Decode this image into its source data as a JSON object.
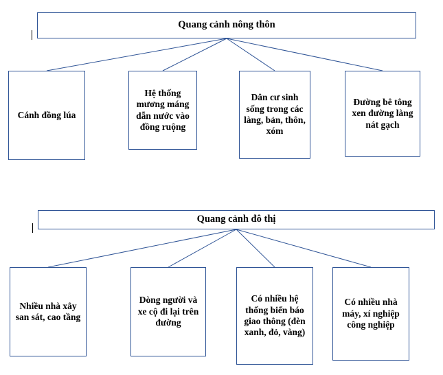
{
  "diagram": {
    "type": "tree",
    "groups": [
      {
        "id": "rural",
        "root": {
          "label": "Quang cảnh nông thôn"
        },
        "children": [
          {
            "label": "Cánh đồng lúa"
          },
          {
            "label": "Hệ thống mương máng dẫn nước vào đồng ruộng"
          },
          {
            "label": "Dân cư sinh sống trong các làng, bản, thôn, xóm"
          },
          {
            "label": "Đường bê tông xen đường làng nát gạch"
          }
        ]
      },
      {
        "id": "urban",
        "root": {
          "label": "Quang cảnh đô thị"
        },
        "children": [
          {
            "label": "Nhiều nhà xây san sát, cao tầng"
          },
          {
            "label": "Dòng người và xe cộ đi lại trên đường"
          },
          {
            "label": "Có nhiều hệ thống biển báo giao thông (đèn xanh, đỏ, vàng)"
          },
          {
            "label": "Có nhiều nhà máy, xí nghiệp công nghiệp"
          }
        ]
      }
    ],
    "colors": {
      "border": "#2f5496",
      "background": "#ffffff",
      "text": "#000000",
      "connector": "#2f5496"
    }
  }
}
